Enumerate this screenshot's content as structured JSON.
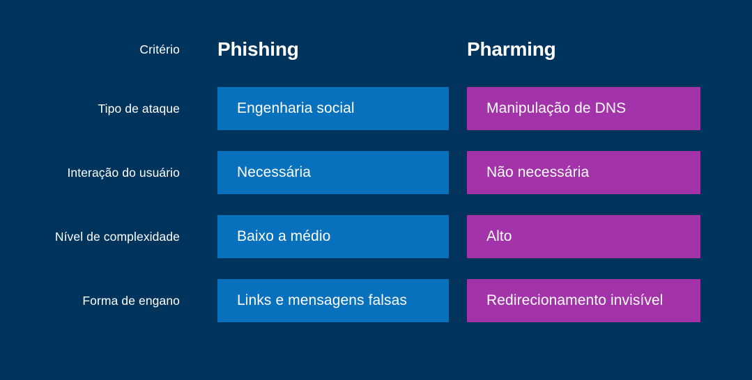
{
  "slide": {
    "background_color": "#00345c",
    "accent_blue": "#0871be",
    "accent_purple": "#a233a8",
    "text_color": "#ffffff"
  },
  "table": {
    "criterion_header": "Critério",
    "columns": [
      {
        "key": "phishing",
        "label": "Phishing",
        "color": "#0871be"
      },
      {
        "key": "pharming",
        "label": "Pharming",
        "color": "#a233a8"
      }
    ],
    "rows": [
      {
        "label": "Tipo de ataque",
        "phishing": "Engenharia social",
        "pharming": "Manipulação de DNS"
      },
      {
        "label": "Interação do usuário",
        "phishing": "Necessária",
        "pharming": "Não necessária"
      },
      {
        "label": "Nível de complexidade",
        "phishing": "Baixo a médio",
        "pharming": "Alto"
      },
      {
        "label": "Forma de engano",
        "phishing": "Links e mensagens falsas",
        "pharming": "Redirecionamento invisível"
      }
    ]
  }
}
